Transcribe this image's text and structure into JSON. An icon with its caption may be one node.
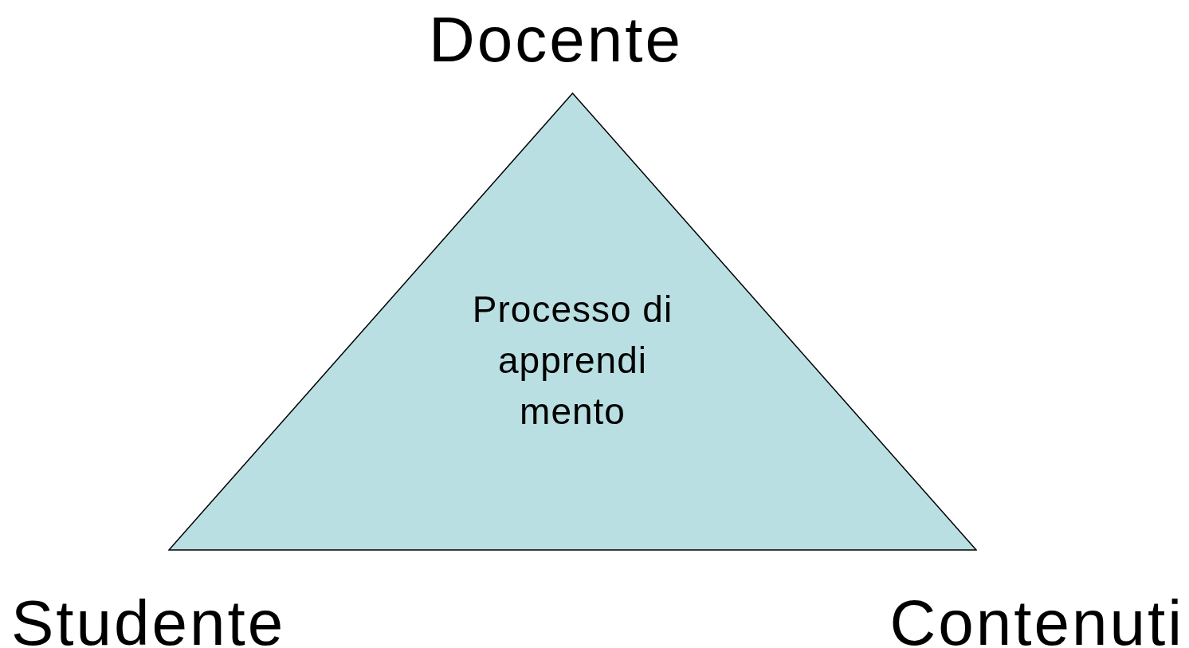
{
  "diagram": {
    "nodes": [
      {
        "text": [
          "Processo di apprendi mento"
        ]
      }
    ],
    "labels": [
      "Docente",
      "Studente",
      "Contenuti"
    ]
  }
}
